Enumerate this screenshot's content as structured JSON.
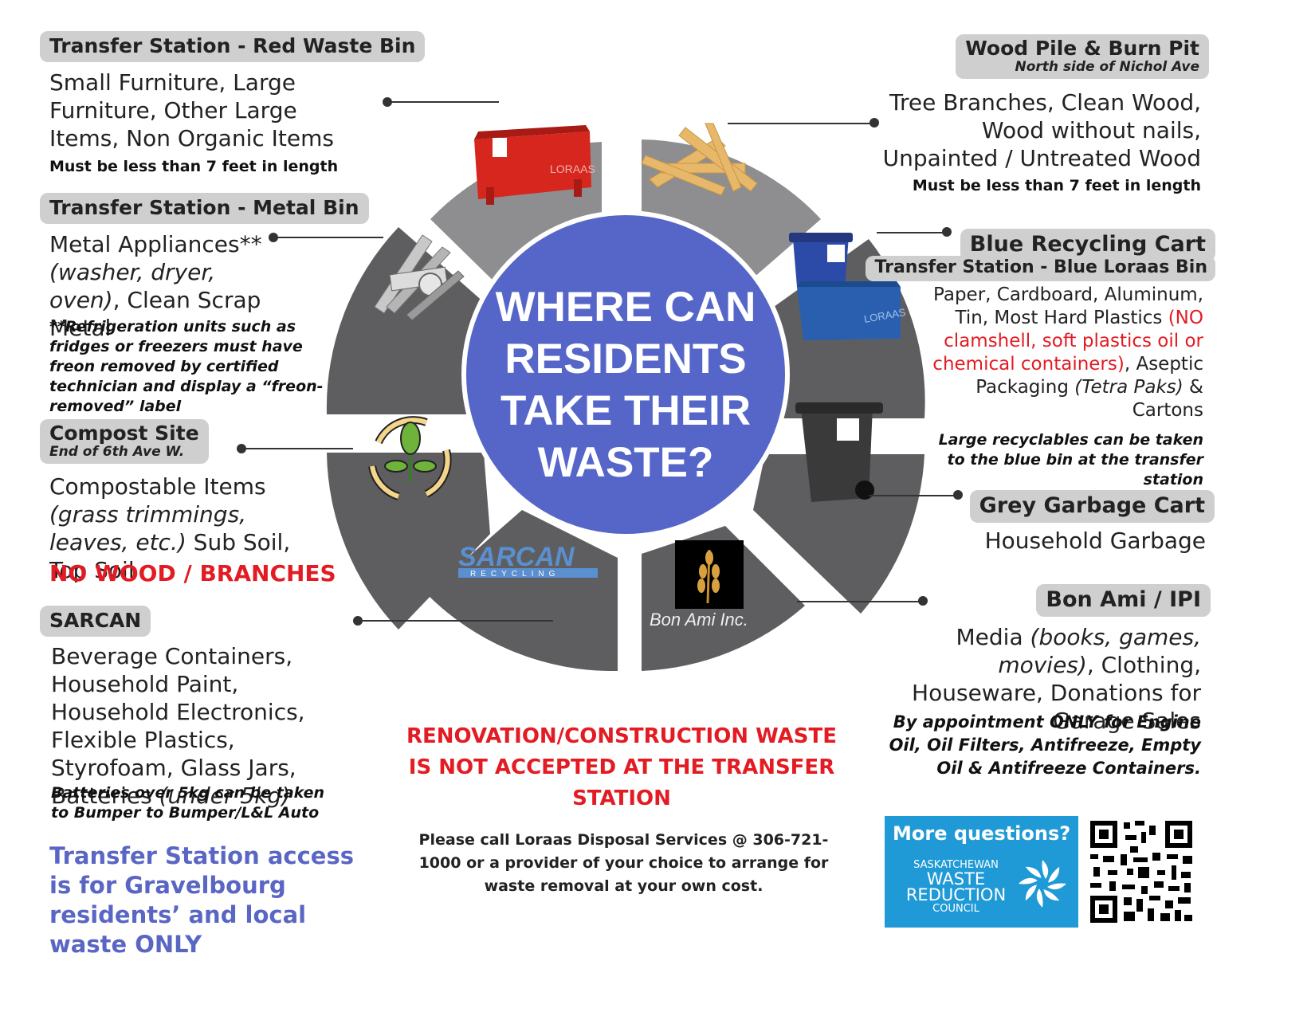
{
  "center": {
    "line1": "WHERE CAN",
    "line2": "RESIDENTS",
    "line3": "TAKE  THEIR",
    "line4": "WASTE?"
  },
  "red_bin": {
    "title": "Transfer Station - Red Waste Bin",
    "items": "Small Furniture, Large Furniture, Other Large Items, Non Organic Items",
    "note": "Must be less than 7 feet in length",
    "image_text": "LORAAS"
  },
  "metal_bin": {
    "title": "Transfer Station - Metal Bin",
    "items_a": "Metal Appliances**",
    "items_b": "(washer, dryer, oven)",
    "items_c": ", Clean Scrap Metal",
    "note": "**Refrigeration units such as fridges or freezers must have freon removed by certified technician and display a “freon-removed” label"
  },
  "compost": {
    "title": "Compost Site",
    "subtitle": "End of 6th Ave W.",
    "items_a": "Compostable Items",
    "items_b": "(grass trimmings, leaves, etc.)",
    "items_c": " Sub Soil, Top Soil",
    "warning": "NO WOOD / BRANCHES"
  },
  "sarcan": {
    "title": "SARCAN",
    "items_a": "Beverage Containers, Household Paint, Household Electronics, Flexible Plastics, Styrofoam, Glass Jars, Batteries ",
    "items_b": "(under 5kg)",
    "note": "Batteries over 5kg can be taken to Bumper to Bumper/L&L Auto",
    "logo_main": "SARCAN",
    "logo_sub": "RECYCLING"
  },
  "access_note": "Transfer Station access is for Gravelbourg residents’ and local waste ONLY",
  "wood": {
    "title": "Wood Pile & Burn Pit",
    "subtitle": "North side of Nichol Ave",
    "items": "Tree Branches, Clean Wood, Wood without nails, Unpainted / Untreated Wood",
    "note": "Must be less than 7 feet in length"
  },
  "blue": {
    "title": "Blue Recycling Cart",
    "title2": "Transfer Station - Blue Loraas Bin",
    "items_a": "Paper, Cardboard, Aluminum, Tin, Most Hard Plastics ",
    "items_red": "(NO clamshell, soft plastics oil or chemical containers)",
    "items_b": ", Aseptic Packaging ",
    "items_c": "(Tetra Paks)",
    "items_d": " & Cartons",
    "note": "Large recyclables can be taken to the blue bin at the transfer station"
  },
  "grey": {
    "title": "Grey Garbage Cart",
    "items": "Household Garbage"
  },
  "bonami": {
    "title": "Bon Ami / IPI",
    "items_a": "Media ",
    "items_b": "(books, games, movies)",
    "items_c": ", Clothing, Houseware, Donations for Garage Sales",
    "note": "By appointment ONLY for Engine Oil, Oil Filters, Antifreeze, Empty Oil & Antifreeze Containers.",
    "logo_text": "Bon Ami Inc."
  },
  "renovation_warning": "RENOVATION/CONSTRUCTION WASTE IS NOT ACCEPTED AT THE TRANSFER STATION",
  "call_note": "Please call Loraas Disposal Services @ 306-721-1000 or a provider of your choice to arrange for waste removal at your own cost.",
  "questions": {
    "heading": "More questions?",
    "org1": "SASKATCHEWAN",
    "org2": "WASTE",
    "org3": "REDUCTION",
    "org4": "COUNCIL"
  },
  "colors": {
    "center": "#5566c8",
    "segment_light": "#8e8e90",
    "segment_dark": "#5e5e60",
    "tag": "#cfcfcf",
    "red": "#e31b23",
    "blue_text": "#5a66c4",
    "swrc": "#1f9ad6"
  }
}
